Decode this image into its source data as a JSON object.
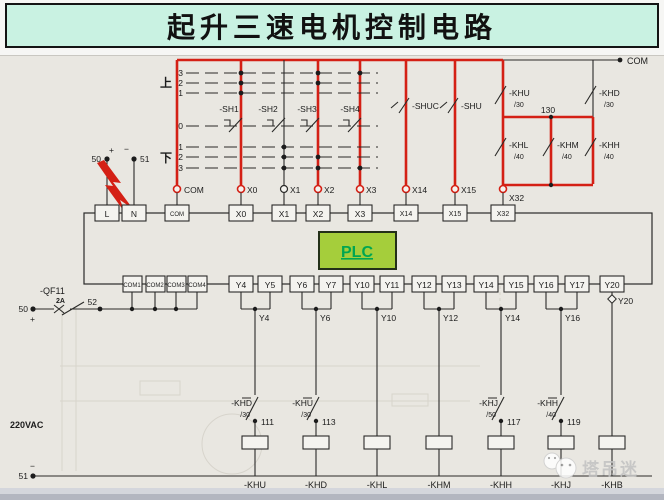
{
  "title": "起升三速电机控制电路",
  "top": {
    "bus_com": "COM"
  },
  "master": {
    "up": "上",
    "down": "下",
    "r3": "3",
    "r2": "2",
    "r1": "1",
    "r0": "0",
    "d1": "1",
    "d2": "2",
    "d3": "3",
    "sh1": "-SH1",
    "sh2": "-SH2",
    "sh3": "-SH3",
    "sh4": "-SH4"
  },
  "limits": {
    "shuc": "-SHUC",
    "shu": "-SHU"
  },
  "fb": {
    "khu": "-KHU",
    "khu_ref": "/30",
    "khd": "-KHD",
    "khd_ref": "/30",
    "node": "130",
    "khl": "-KHL",
    "khl_ref": "/40",
    "khm": "-KHM",
    "khm_ref": "/40",
    "khh": "-KHH",
    "khh_ref": "/40"
  },
  "term": {
    "com": "COM",
    "x0": "X0",
    "x1": "X1",
    "x2": "X2",
    "x3": "X3",
    "x14": "X14",
    "x15": "X15",
    "x32": "X32"
  },
  "pwr": {
    "t50": "50",
    "plus": "+",
    "t51": "51",
    "minus": "−"
  },
  "plc": {
    "label": "PLC",
    "inputs": [
      "L",
      "N",
      "COM",
      "X0",
      "X1",
      "X2",
      "X3",
      "X14",
      "X15",
      "X32"
    ],
    "outputs": [
      "COM1",
      "COM2",
      "COM3",
      "COM4",
      "Y4",
      "Y5",
      "Y6",
      "Y7",
      "Y10",
      "Y11",
      "Y12",
      "Y13",
      "Y14",
      "Y15",
      "Y16",
      "Y17",
      "Y20"
    ]
  },
  "brk": {
    "name": "-QF11",
    "rating": "2A",
    "t50": "50",
    "plus": "+",
    "t52": "52"
  },
  "sup": {
    "v": "220VAC",
    "t51": "51",
    "minus": "−"
  },
  "wires": {
    "y4": "Y4",
    "y6": "Y6",
    "y10": "Y10",
    "y12": "Y12",
    "y14": "Y14",
    "y16": "Y16",
    "y20": "Y20"
  },
  "il": {
    "n1": "-KHD",
    "r1": "/30",
    "w1": "111",
    "n2": "-KHU",
    "r2": "/30",
    "w2": "113",
    "n3": "-KHJ",
    "r3": "/50",
    "w3": "117",
    "n4": "-KHH",
    "r4": "/40",
    "w4": "119"
  },
  "coils": [
    "-KHU",
    "-KHD",
    "-KHL",
    "-KHM",
    "-KHH",
    "-KHJ",
    "-KHB"
  ],
  "wm": "塔吊迷"
}
